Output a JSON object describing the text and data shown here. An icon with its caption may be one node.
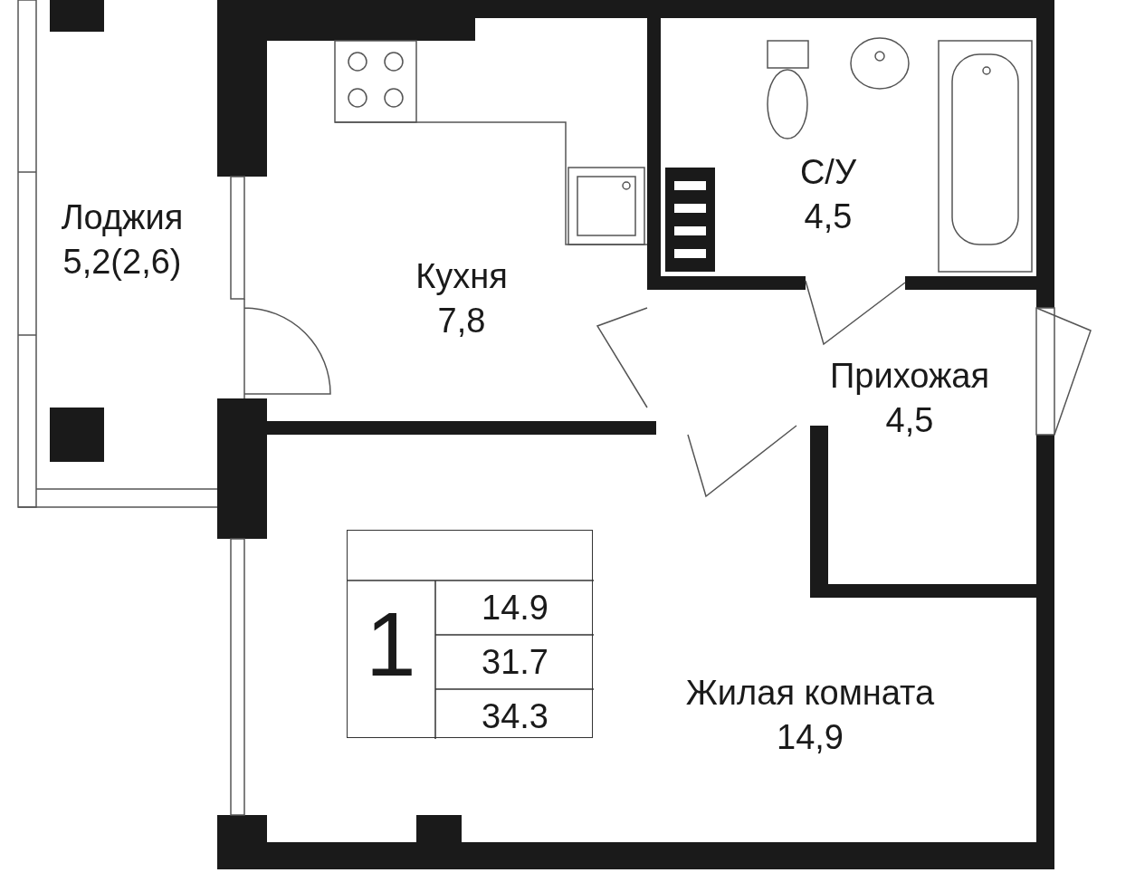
{
  "diagram": {
    "nodes": [
      {
        "text": [
          "Лоджия",
          "5,2(2,6)"
        ]
      },
      {
        "text": [
          "Кухня",
          "7,8"
        ]
      },
      {
        "text": [
          "С/У",
          "4,5"
        ]
      },
      {
        "text": [
          "Прихожая",
          "4,5"
        ]
      },
      {
        "text": [
          "Жилая комната",
          "14,9"
        ]
      },
      {
        "text": [
          "1",
          "14.9",
          "31.7",
          "34.3"
        ]
      }
    ]
  }
}
